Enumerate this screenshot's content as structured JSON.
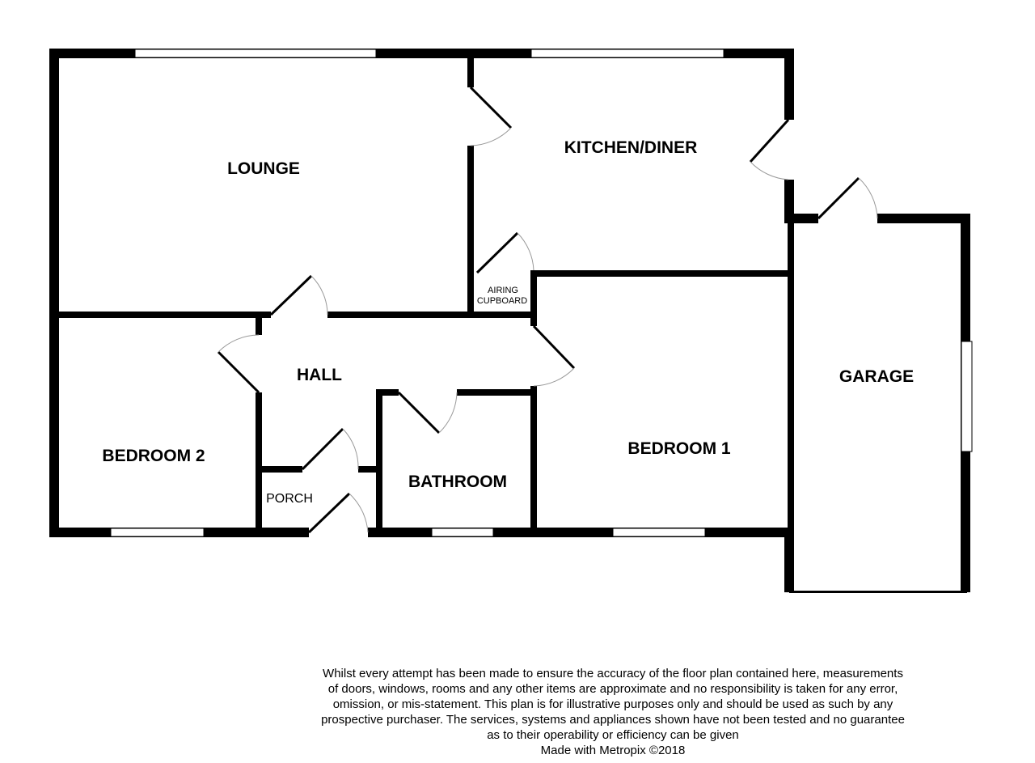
{
  "rooms": {
    "lounge": "LOUNGE",
    "kitchen": "KITCHEN/DINER",
    "hall": "HALL",
    "bedroom2": "BEDROOM 2",
    "porch": "PORCH",
    "bathroom": "BATHROOM",
    "bedroom1": "BEDROOM 1",
    "garage": "GARAGE",
    "airing_line1": "AIRING",
    "airing_line2": "CUPBOARD"
  },
  "disclaimer": {
    "lines": [
      "Whilst every attempt has been made to ensure the accuracy of the floor plan contained here, measurements",
      "of doors, windows, rooms and any other items are approximate and no responsibility is taken for any error,",
      "omission, or mis-statement. This plan is for illustrative purposes only and should be used as such by any",
      "prospective purchaser. The services, systems and appliances shown have not been tested and no guarantee",
      "as to their operability or efficiency can be given"
    ],
    "credit": "Made with Metropix ©2018"
  }
}
